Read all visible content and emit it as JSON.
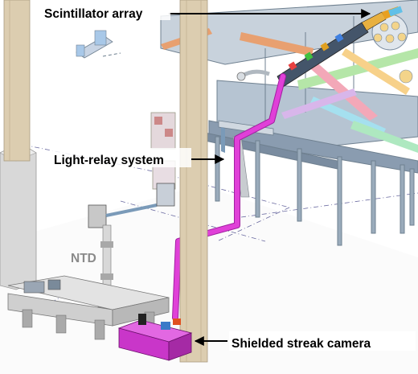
{
  "labels": {
    "scintillator_array": "Scintillator array",
    "light_relay_system": "Light-relay system",
    "ntd": "NTD",
    "shielded_streak_camera": "Shielded streak camera"
  },
  "colors": {
    "label_text": "#000000",
    "ntd_text": "#8a8a8a",
    "light_pipe": "#e040d8",
    "camera_housing": "#c936c9",
    "structure": "#a8b8c8",
    "pillar": "#dccdb0"
  }
}
